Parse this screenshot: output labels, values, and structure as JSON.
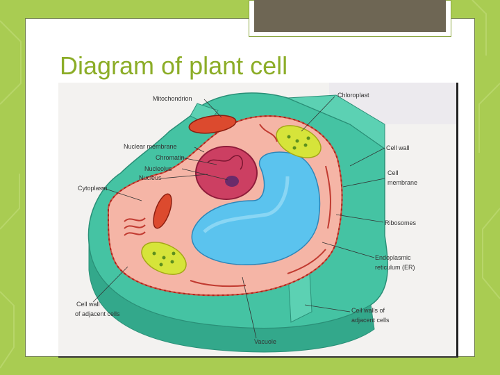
{
  "slide": {
    "title": "Diagram of plant cell"
  },
  "diagram": {
    "labels": {
      "mitochondrion": "Mitochondrion",
      "chloroplast": "Chloroplast",
      "nuclear_membrane": "Nuclear membrane",
      "chromatin": "Chromatin",
      "nucleolus": "Nucleolus",
      "nucleus": "Nucleus",
      "cytoplasm": "Cytoplasm",
      "cell_wall": "Cell wall",
      "cell_membrane_1": "Cell",
      "cell_membrane_2": "membrane",
      "ribosomes": "Ribosomes",
      "er_1": "Endoplasmic",
      "er_2": "reticulum (ER)",
      "cell_wall_adj_1": "Cell wall",
      "cell_wall_adj_2": "of adjacent cells",
      "cell_walls_adj_1": "Cell walls of",
      "cell_walls_adj_2": "adjacent cells",
      "vacuole": "Vacuole"
    },
    "colors": {
      "cell_wall": "#3fbf9f",
      "cytoplasm": "#f3b3a6",
      "vacuole": "#4fb8e8",
      "nucleus": "#c83a5a",
      "chloroplast": "#d7e63a",
      "mitochondrion": "#d9412a"
    }
  }
}
